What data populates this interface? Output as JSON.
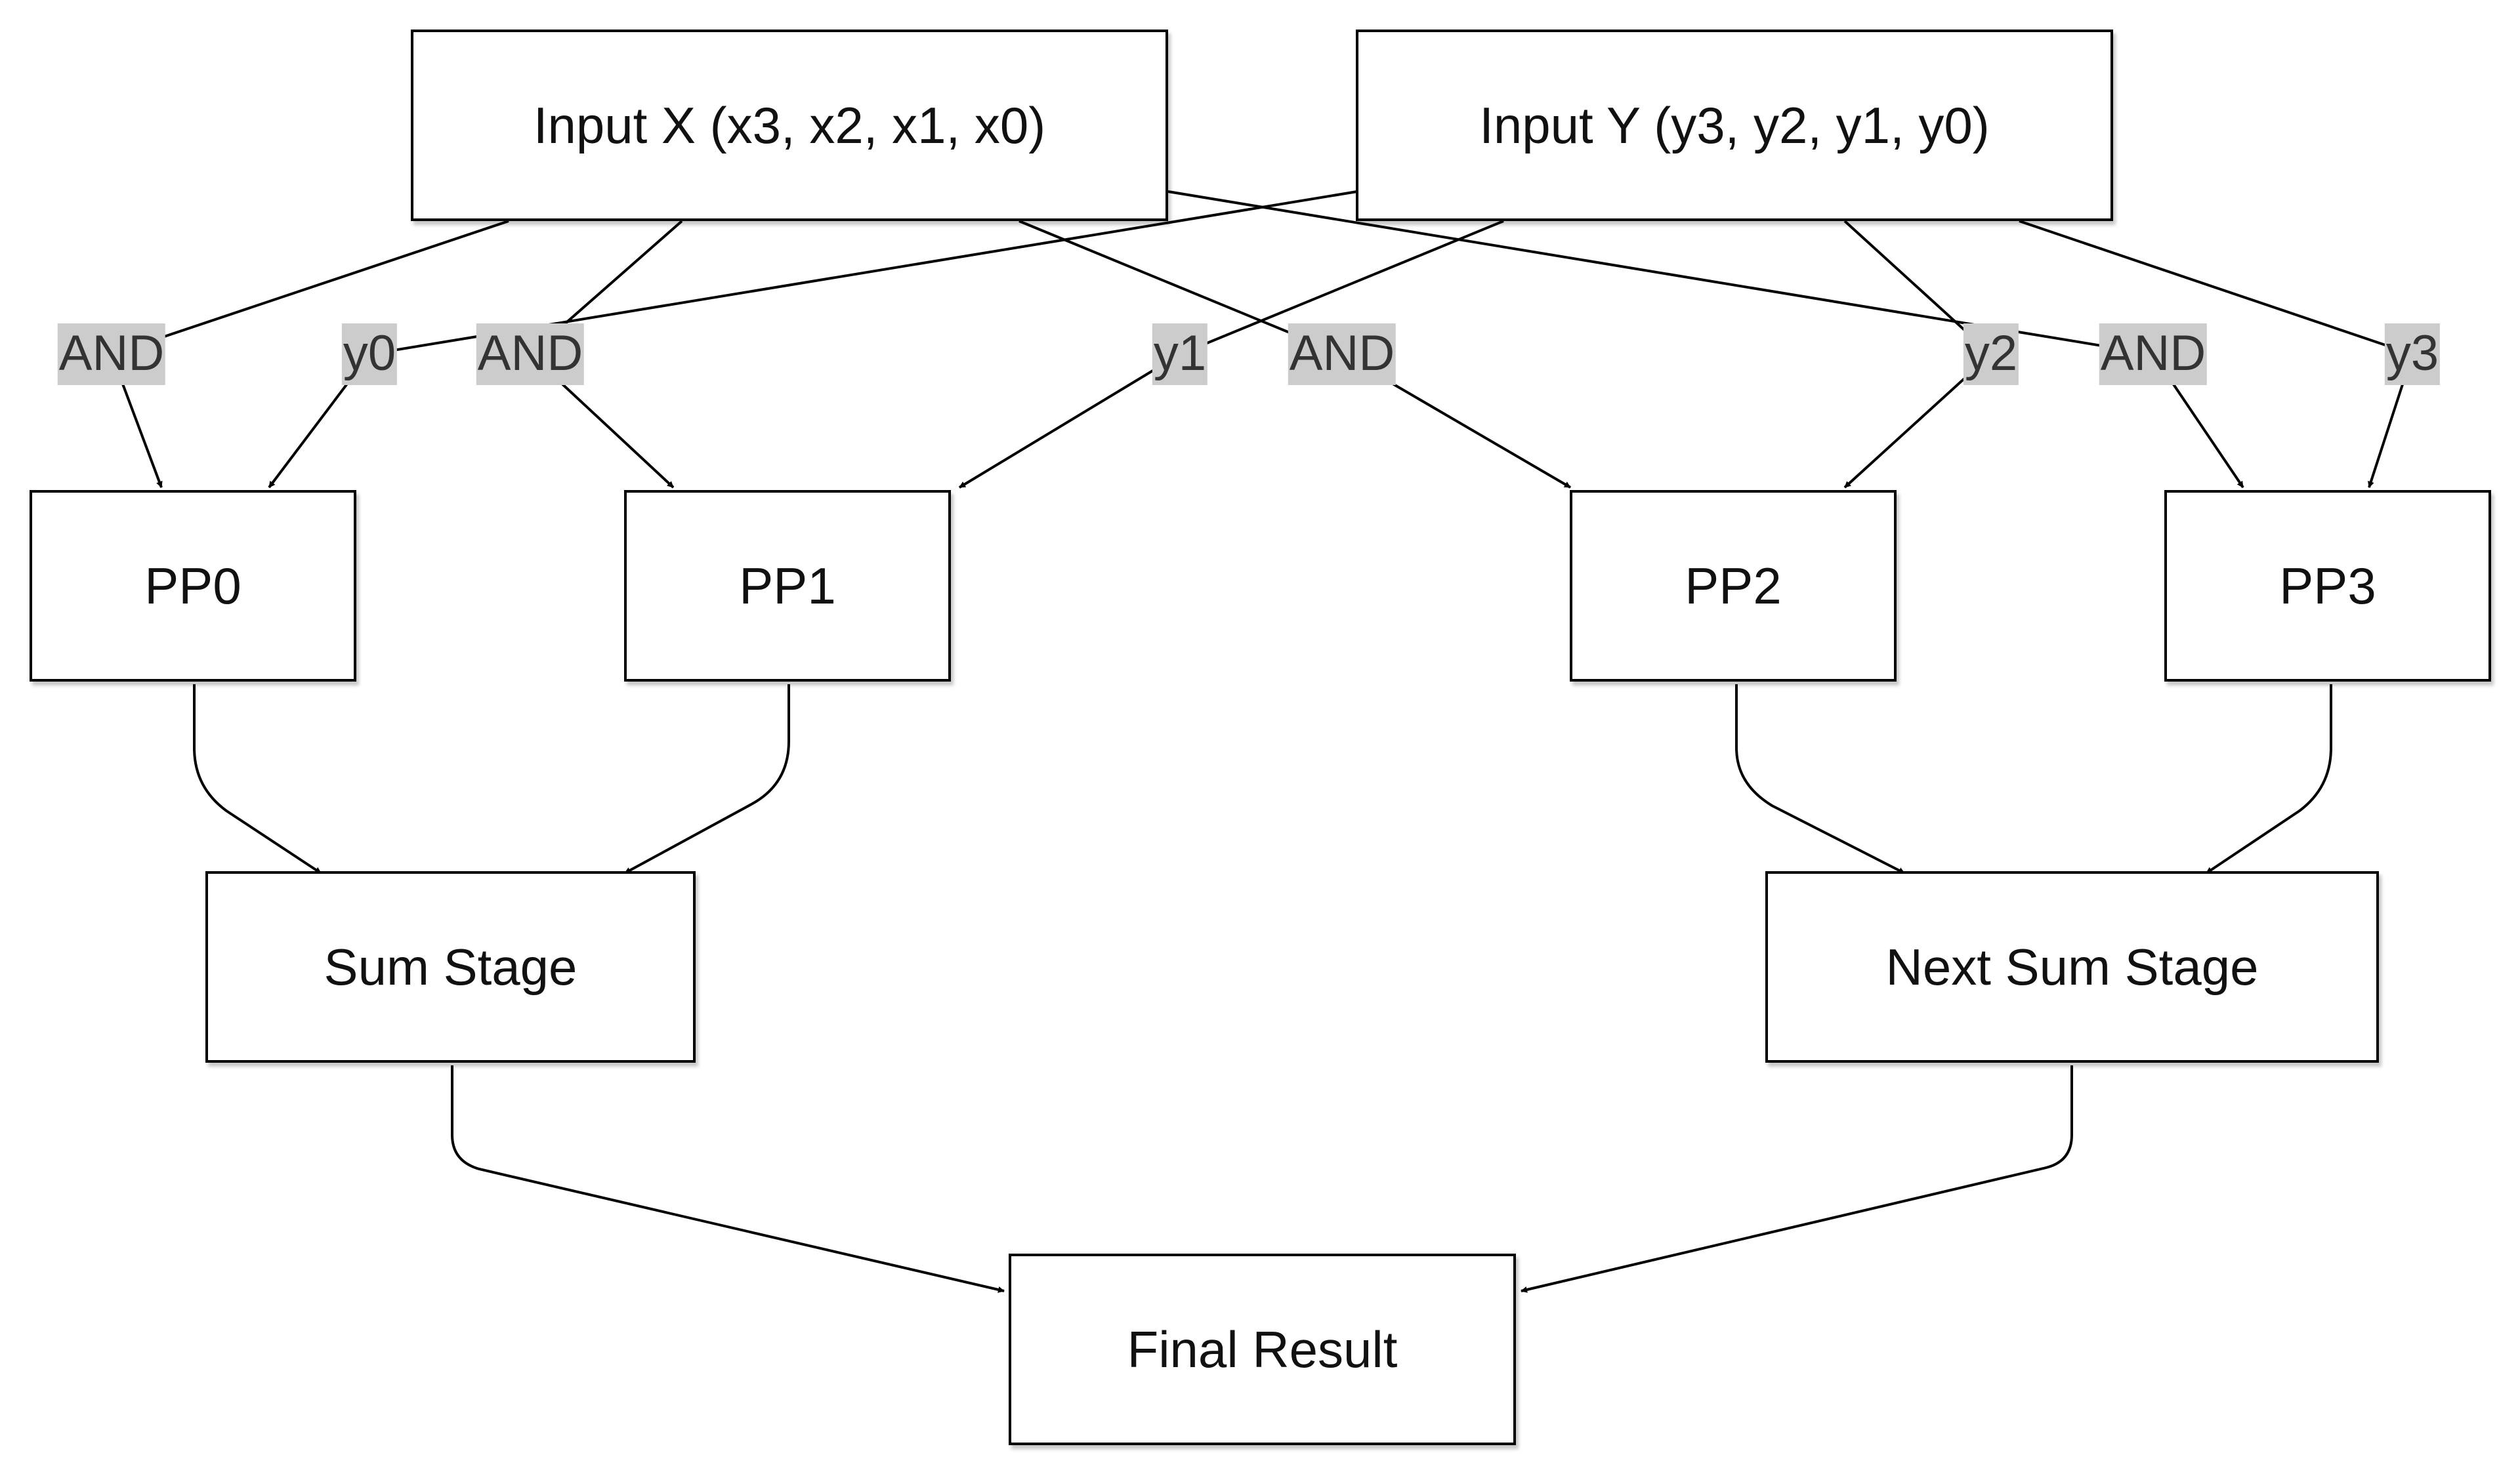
{
  "diagram": {
    "nodes": {
      "input_x": "Input X (x3, x2, x1, x0)",
      "input_y": "Input Y (y3, y2, y1, y0)",
      "pp0": "PP0",
      "pp1": "PP1",
      "pp2": "PP2",
      "pp3": "PP3",
      "sum_stage": "Sum Stage",
      "next_sum_stage": "Next Sum Stage",
      "final_result": "Final Result"
    },
    "edges": [
      {
        "from": "input_x",
        "to": "pp0",
        "label": "AND"
      },
      {
        "from": "input_y",
        "to": "pp0",
        "label": "y0"
      },
      {
        "from": "input_x",
        "to": "pp1",
        "label": "AND"
      },
      {
        "from": "input_y",
        "to": "pp1",
        "label": "y1"
      },
      {
        "from": "input_x",
        "to": "pp2",
        "label": "AND"
      },
      {
        "from": "input_y",
        "to": "pp2",
        "label": "y2"
      },
      {
        "from": "input_x",
        "to": "pp3",
        "label": "AND"
      },
      {
        "from": "input_y",
        "to": "pp3",
        "label": "y3"
      },
      {
        "from": "pp0",
        "to": "sum_stage",
        "label": ""
      },
      {
        "from": "pp1",
        "to": "sum_stage",
        "label": ""
      },
      {
        "from": "pp2",
        "to": "next_sum_stage",
        "label": ""
      },
      {
        "from": "pp3",
        "to": "next_sum_stage",
        "label": ""
      },
      {
        "from": "sum_stage",
        "to": "final_result",
        "label": ""
      },
      {
        "from": "next_sum_stage",
        "to": "final_result",
        "label": ""
      }
    ],
    "colors": {
      "node_border": "#000000",
      "node_fill": "#ffffff",
      "edge": "#000000",
      "label_background": "#cccccc",
      "label_text": "#333333"
    }
  }
}
